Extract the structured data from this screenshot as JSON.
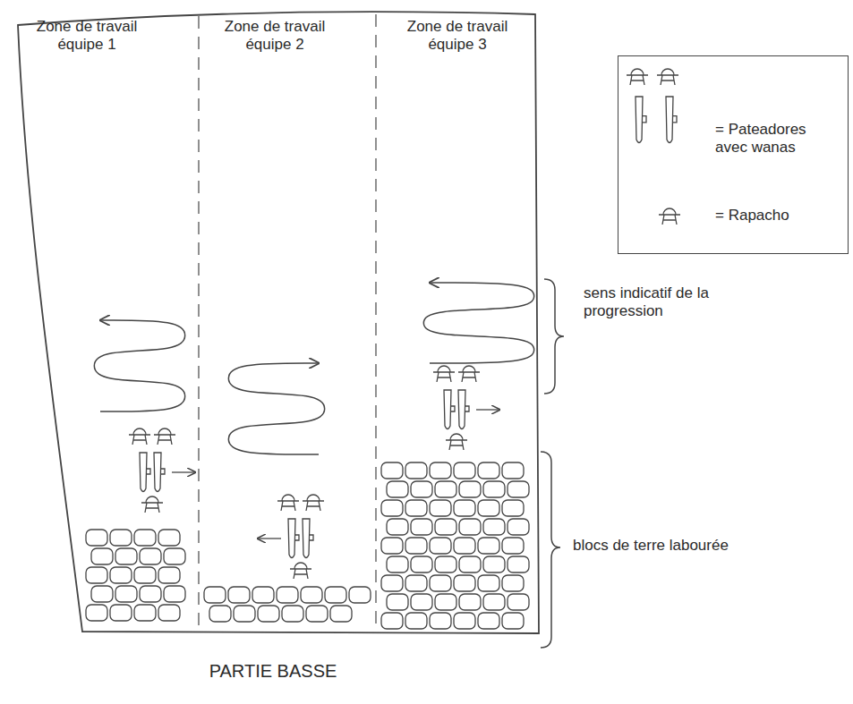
{
  "diagram": {
    "labels": [
      "Zone de travail équipe 1",
      "Zone de travail équipe 2",
      "Zone de travail équipe 3",
      "sens indicatif de la progression",
      "blocs de terre labourée",
      "PARTIE BASSE"
    ],
    "legend": [
      {
        "text": "= Pateadores avec wanas"
      },
      {
        "text": "= Rapacho"
      }
    ]
  }
}
